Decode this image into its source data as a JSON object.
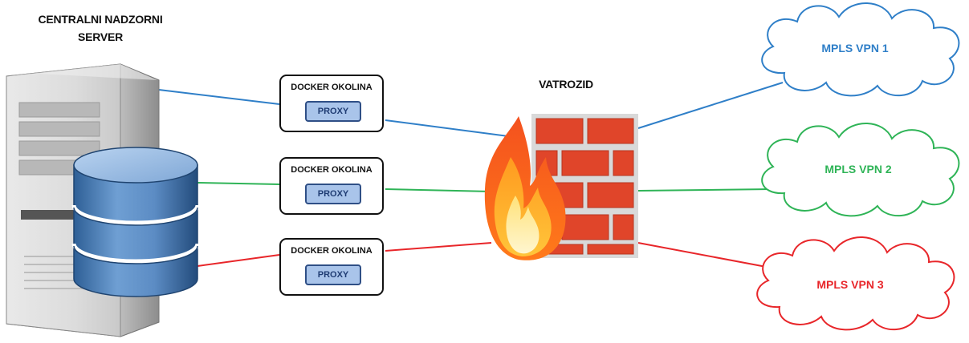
{
  "server": {
    "title_line1": "CENTRALNI NADZORNI",
    "title_line2": "SERVER"
  },
  "firewall": {
    "label": "VATROZID"
  },
  "docker_boxes": [
    {
      "label": "DOCKER OKOLINA",
      "proxy": "PROXY",
      "line_color": "#2f7fc8"
    },
    {
      "label": "DOCKER OKOLINA",
      "proxy": "PROXY",
      "line_color": "#2fb457"
    },
    {
      "label": "DOCKER OKOLINA",
      "proxy": "PROXY",
      "line_color": "#e8262a"
    }
  ],
  "clouds": [
    {
      "label": "MPLS VPN 1",
      "color": "#2f7fc8"
    },
    {
      "label": "MPLS VPN 2",
      "color": "#2fb457"
    },
    {
      "label": "MPLS VPN 3",
      "color": "#e8262a"
    }
  ]
}
